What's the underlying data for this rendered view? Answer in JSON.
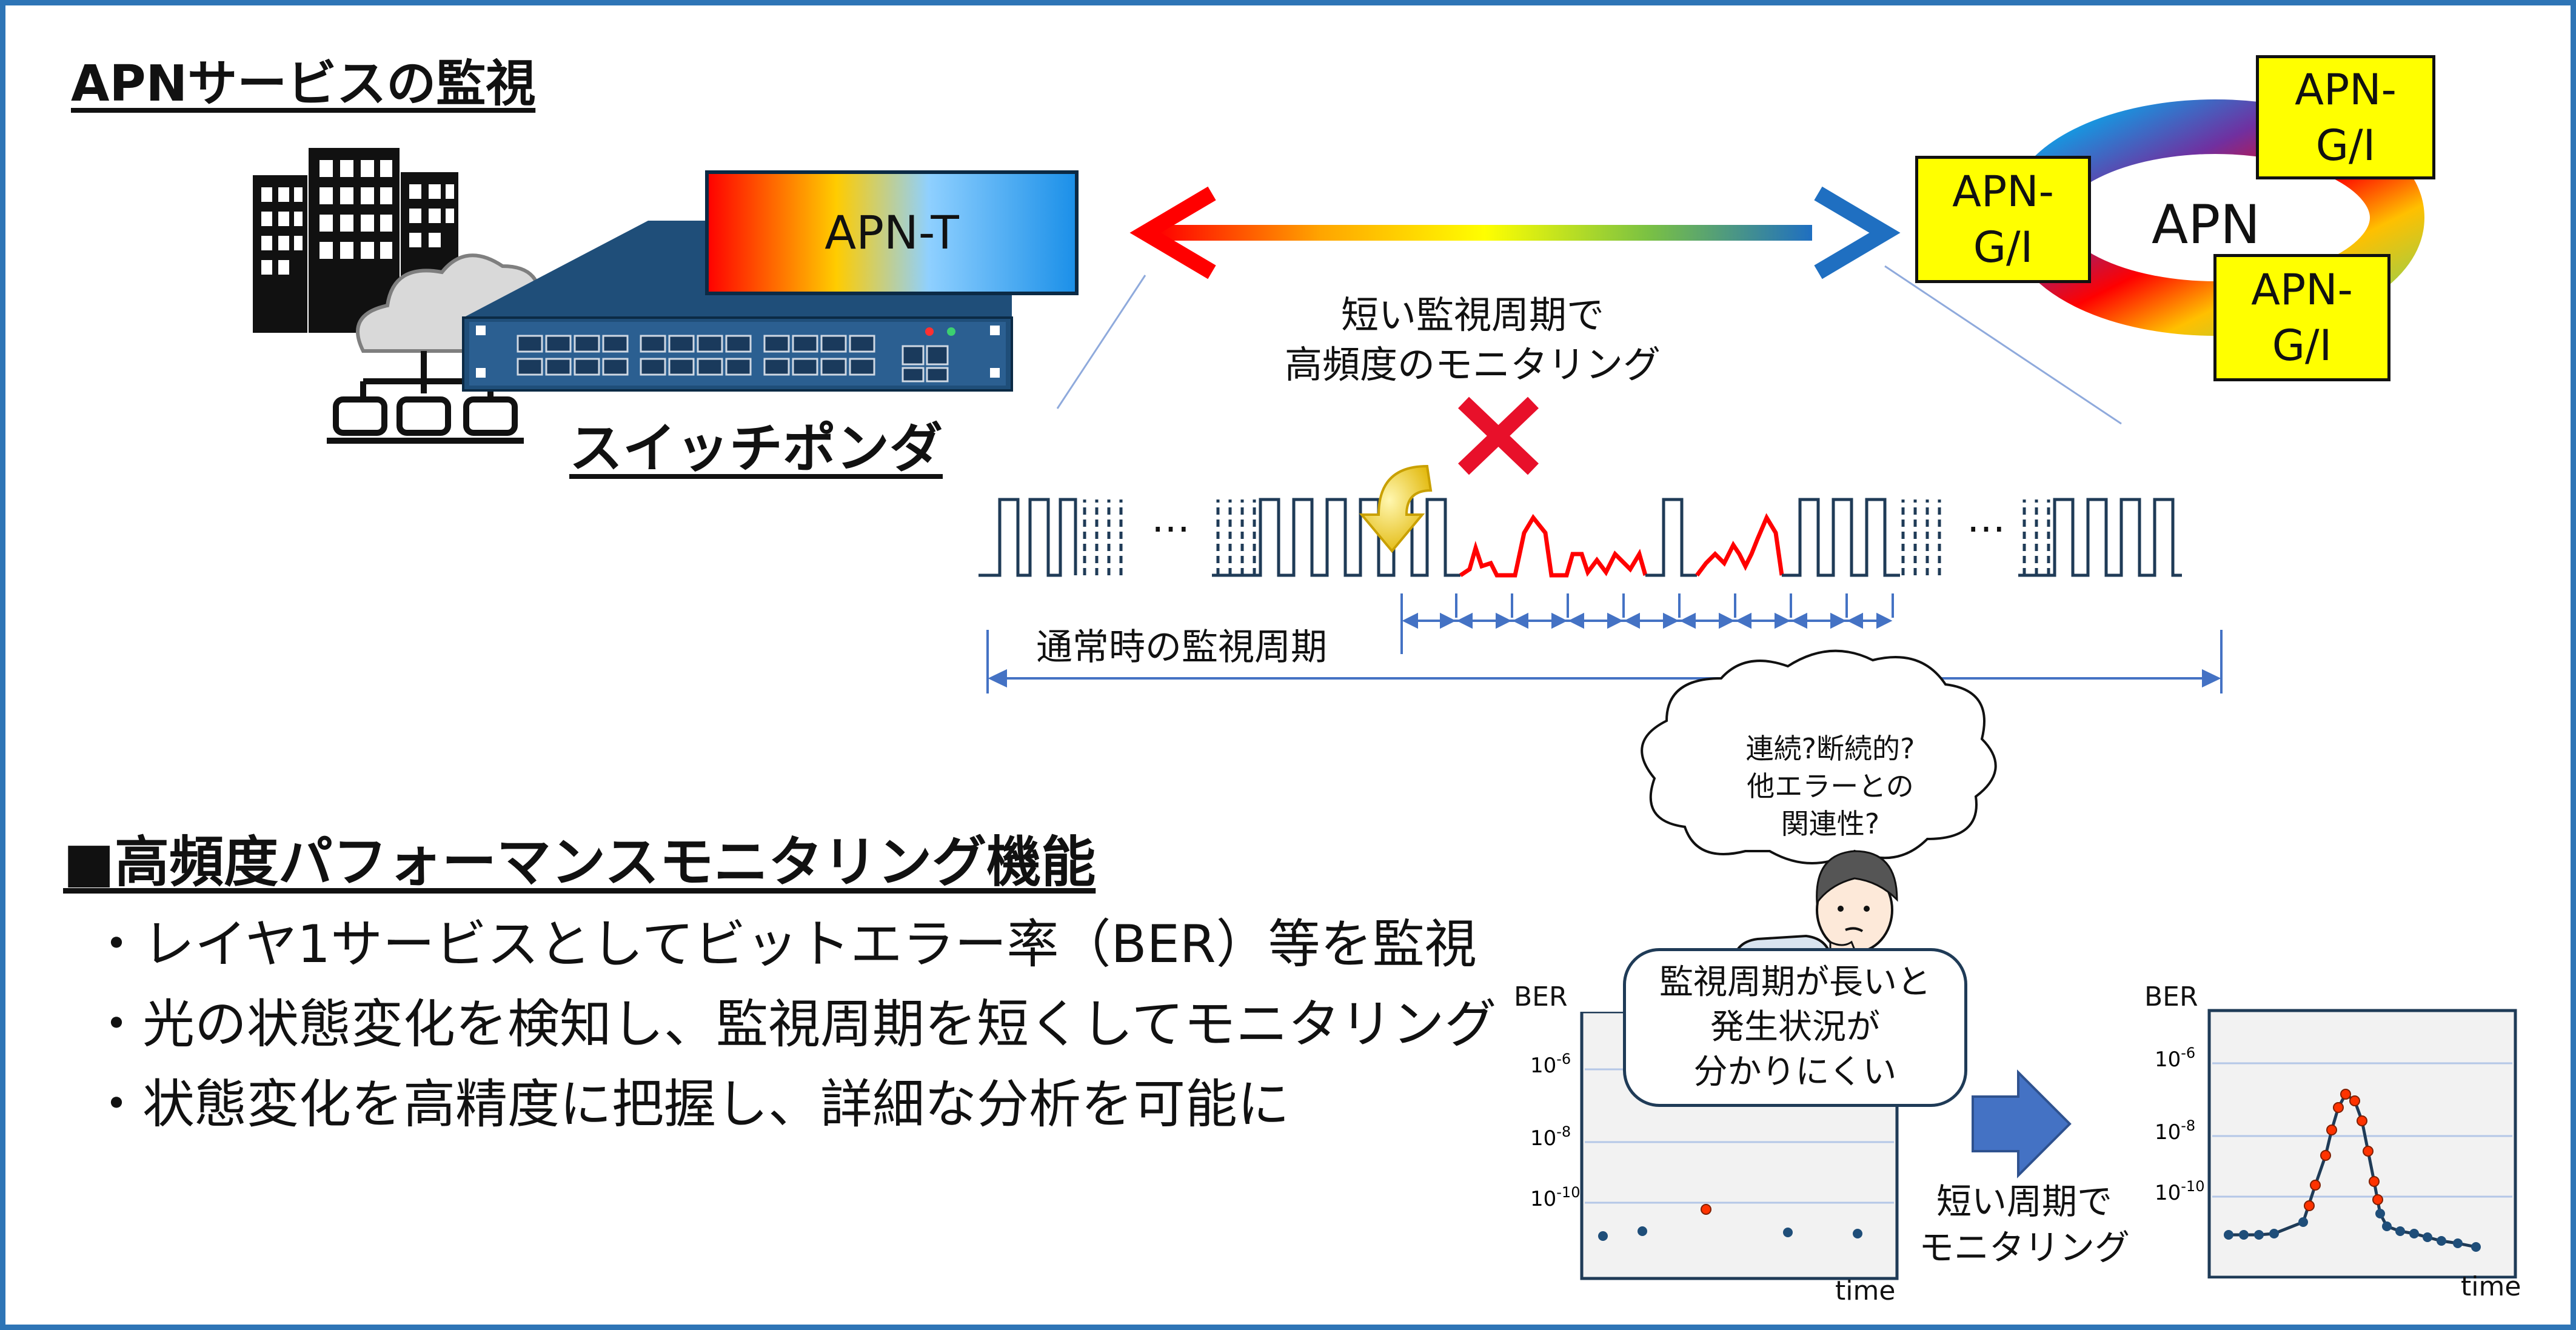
{
  "title": "APNサービスの監視",
  "device_top_label": "APN-T",
  "switch_label": "スイッチポンダ",
  "apn_center_label": "APN",
  "apn_gi_boxes": [
    "APN-\nG/I",
    "APN-\nG/I",
    "APN-\nG/I"
  ],
  "short_monitoring_note": "短い監視周期で\n高頻度のモニタリング",
  "normal_period_label": "通常時の監視周期",
  "ellipsis": "…",
  "section_heading": "■高頻度パフォーマンスモニタリング機能",
  "bullets": [
    "・レイヤ1サービスとしてビットエラー率（BER）等を監視",
    "・光の状態変化を検知し、監視周期を短くしてモニタリング",
    "・状態変化を高精度に把握し、詳細な分析を可能に"
  ],
  "thought_bubble": "連続?断続的?\n他エラーとの\n関連性?",
  "speech_bubble": "監視周期が長いと\n発生状況が\n分かりにくい",
  "arrow_caption": "短い周期で\nモニタリング",
  "colors": {
    "frame": "#2e75b6",
    "signal_normal": "#1f3b57",
    "signal_error": "#ff0000",
    "label_box": "#ffff00",
    "cross": "#e8102a",
    "arrow_block": "#4472c4"
  },
  "charts": [
    {
      "ylabel": "BER",
      "xlabel": "time",
      "ytick_labels": [
        "10-6",
        "10-8",
        "10-10"
      ],
      "chart_data": {
        "type": "scatter",
        "points_normal": 4,
        "points_error": 1
      }
    },
    {
      "ylabel": "BER",
      "xlabel": "time",
      "ytick_labels": [
        "10-6",
        "10-8",
        "10-10"
      ],
      "chart_data": {
        "type": "line",
        "points_normal": 13,
        "points_error": 11
      }
    }
  ]
}
